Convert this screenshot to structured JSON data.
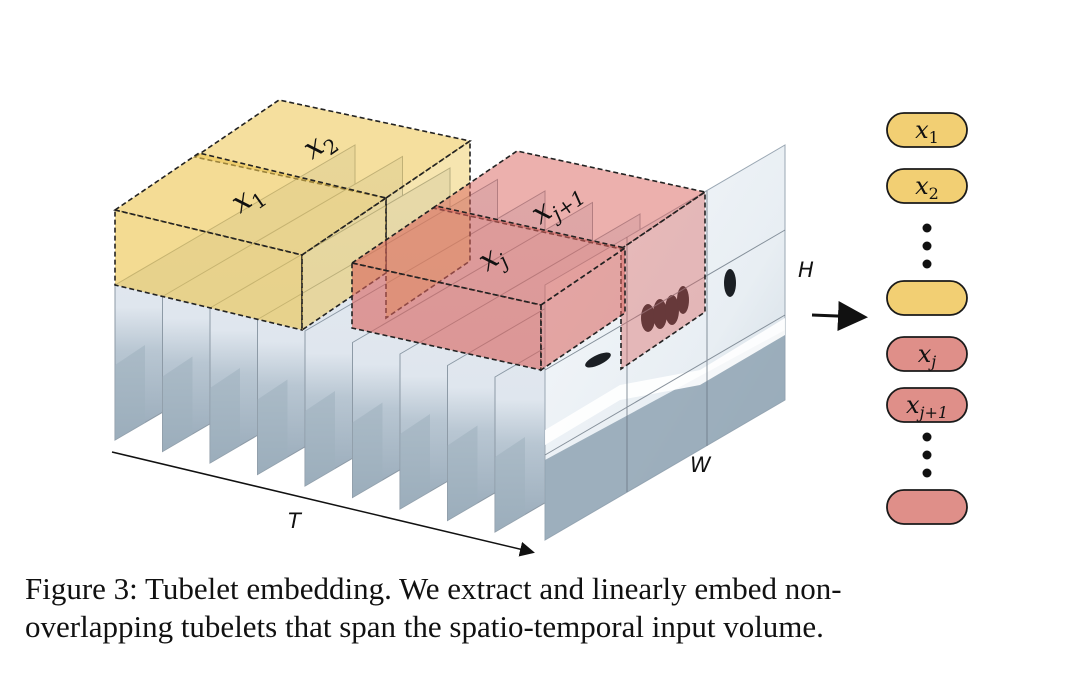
{
  "labels": {
    "x1": "x",
    "x1_sub": "1",
    "x2": "x",
    "x2_sub": "2",
    "xj": "x",
    "xj_sub": "j",
    "xj1": "x",
    "xj1_sub": "j+1"
  },
  "axes": {
    "height": "H",
    "width": "W",
    "time": "T"
  },
  "tokens": [
    {
      "kind": "yellow",
      "base": "x",
      "sub": "1"
    },
    {
      "kind": "yellow",
      "base": "x",
      "sub": "2"
    },
    {
      "kind": "dots"
    },
    {
      "kind": "yellow",
      "base": "",
      "sub": ""
    },
    {
      "kind": "red",
      "base": "x",
      "sub": "j"
    },
    {
      "kind": "red",
      "base": "x",
      "sub": "j+1"
    },
    {
      "kind": "dots"
    },
    {
      "kind": "red",
      "base": "",
      "sub": ""
    }
  ],
  "colors": {
    "yellow_fill": "#f2cf73",
    "yellow_tube": "#ecc54f",
    "red_fill": "#df8f89",
    "red_tube": "#d9625c",
    "frame": "#dfe7ef",
    "ice": "#f1f5f9",
    "water": "#93a7b7",
    "outline": "#222222"
  },
  "caption": {
    "line1": "Figure 3: Tubelet embedding. We extract and linearly embed non-",
    "line2": "overlapping tubelets that span the spatio-temporal input volume."
  }
}
